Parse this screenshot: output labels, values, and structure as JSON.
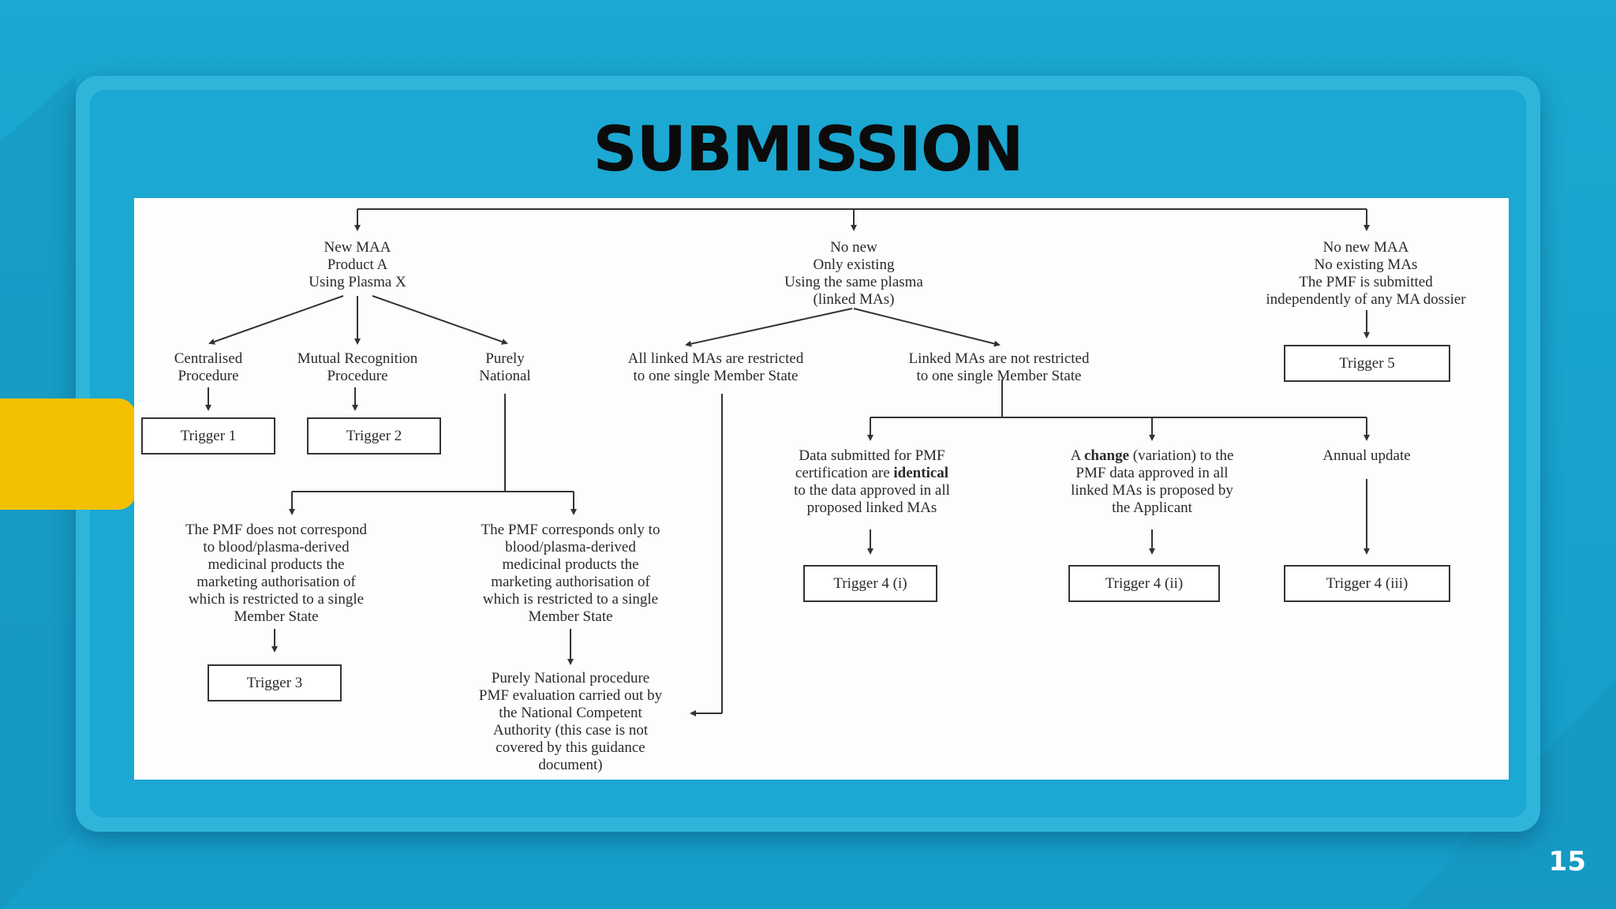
{
  "slide": {
    "title": "SUBMISSION",
    "page_number": "15"
  },
  "colors": {
    "background": "#1aa9d0",
    "accent": "#f4c100",
    "diagram_bg": "#fdfdfd"
  },
  "diagram": {
    "branch_new_maa": [
      "New MAA",
      "Product A",
      "Using Plasma X"
    ],
    "branch_no_new": [
      "No new",
      "Only existing",
      "Using the same plasma",
      "(linked MAs)"
    ],
    "branch_no_new_maa": [
      "No new MAA",
      "No existing MAs",
      "The PMF is submitted",
      "independently of any MA dossier"
    ],
    "centralised": [
      "Centralised",
      "Procedure"
    ],
    "mutual": [
      "Mutual Recognition",
      "Procedure"
    ],
    "purely": [
      "Purely",
      "National"
    ],
    "all_linked": [
      "All linked MAs are restricted",
      "to one single Member State"
    ],
    "not_restricted": [
      "Linked MAs are not restricted",
      "to one single Member State"
    ],
    "trigger1": "Trigger 1",
    "trigger2": "Trigger 2",
    "trigger3": "Trigger 3",
    "trigger4i": "Trigger 4 (i)",
    "trigger4ii": "Trigger 4 (ii)",
    "trigger4iii": "Trigger 4 (iii)",
    "trigger5": "Trigger 5",
    "pmf_not_correspond": [
      "The PMF does not correspond",
      "to blood/plasma-derived",
      "medicinal products the",
      "marketing authorisation of",
      "which is restricted to a single",
      "Member State"
    ],
    "pmf_corresponds": [
      "The PMF corresponds only to",
      "blood/plasma-derived",
      "medicinal products the",
      "marketing authorisation of",
      "which is restricted to a single",
      "Member State"
    ],
    "purely_national_procedure": [
      "Purely National procedure",
      "PMF evaluation carried out by",
      "the National Competent",
      "Authority (this case is not",
      "covered by this guidance",
      "document)"
    ],
    "data_submitted": {
      "line1": "Data submitted for PMF",
      "line2_pre": "certification are ",
      "line2_bold": "identical",
      "line3": "to the data approved in all",
      "line4": "proposed linked MAs"
    },
    "change": {
      "line1_pre": "A ",
      "line1_bold": "change",
      "line1_post": " (variation) to the",
      "line2": "PMF data approved in all",
      "line3": "linked MAs is proposed by",
      "line4": "the Applicant"
    },
    "annual_update": "Annual update"
  }
}
